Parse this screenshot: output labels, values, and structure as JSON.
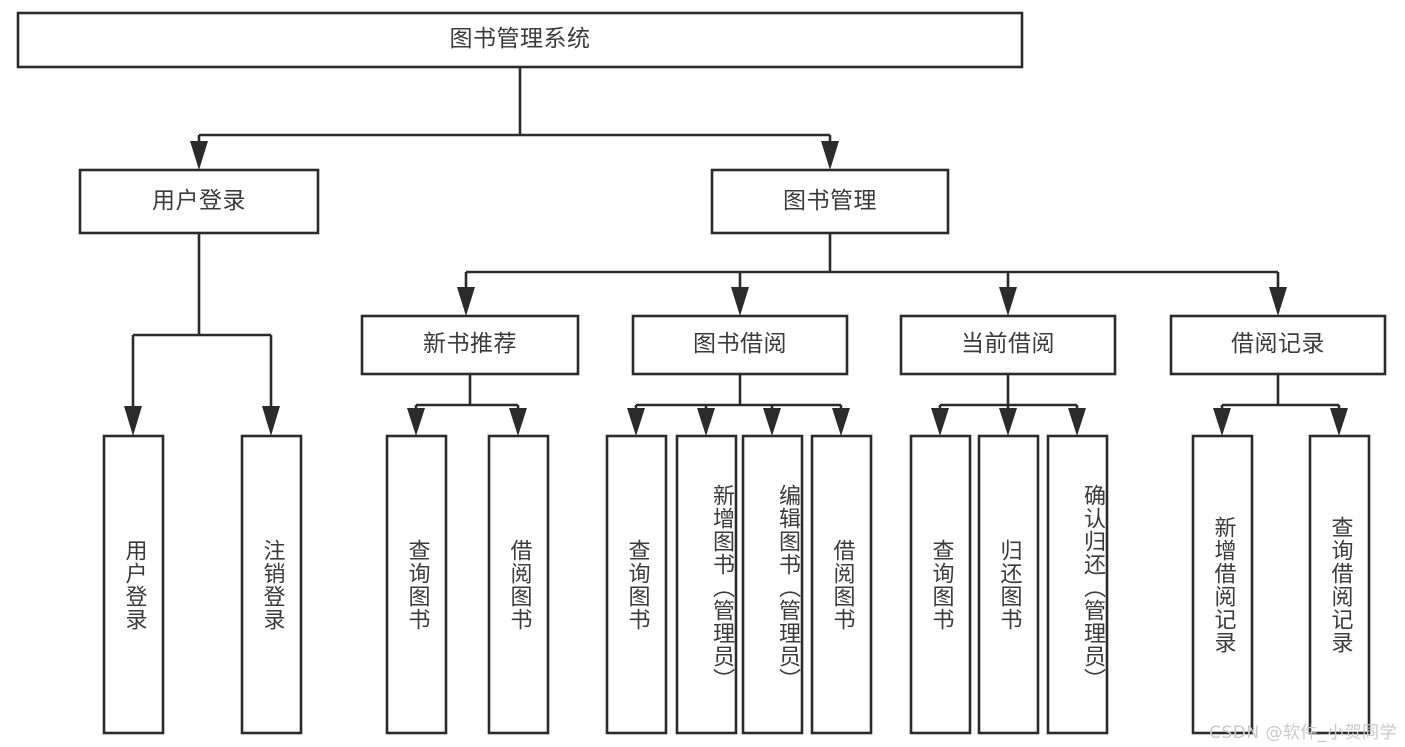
{
  "diagram": {
    "title": "图书管理系统",
    "watermark": "CSDN @软件_小贺同学",
    "colors": {
      "box_stroke": "#2b2b2b",
      "box_fill": "#ffffff",
      "text": "#3b3b3b",
      "background": "#ffffff",
      "watermark": "#c9c9c9"
    },
    "levels": {
      "root": "图书管理系统",
      "level2": [
        "用户登录",
        "图书管理"
      ],
      "level3": [
        "新书推荐",
        "图书借阅",
        "当前借阅",
        "借阅记录"
      ]
    },
    "nodes": {
      "root": {
        "label": "图书管理系统"
      },
      "user_login": {
        "label": "用户登录"
      },
      "book_manage": {
        "label": "图书管理"
      },
      "new_book_rec": {
        "label": "新书推荐"
      },
      "book_borrow": {
        "label": "图书借阅"
      },
      "current_borrow": {
        "label": "当前借阅"
      },
      "borrow_record": {
        "label": "借阅记录"
      },
      "leaf_user_login": {
        "label": "用户登录"
      },
      "leaf_user_logout": {
        "label": "注销登录"
      },
      "leaf_rec_query": {
        "label": "查询图书"
      },
      "leaf_rec_borrow": {
        "label": "借阅图书"
      },
      "leaf_borrow_query": {
        "label": "查询图书"
      },
      "leaf_borrow_add": {
        "label": "新增图书（管理员）"
      },
      "leaf_borrow_edit": {
        "label": "编辑图书（管理员）"
      },
      "leaf_borrow_borrow": {
        "label": "借阅图书"
      },
      "leaf_cur_query": {
        "label": "查询图书"
      },
      "leaf_cur_return": {
        "label": "归还图书"
      },
      "leaf_cur_confirm": {
        "label": "确认归还（管理员）"
      },
      "leaf_rec_add": {
        "label": "新增借阅记录"
      },
      "leaf_rec_query2": {
        "label": "查询借阅记录"
      }
    }
  }
}
